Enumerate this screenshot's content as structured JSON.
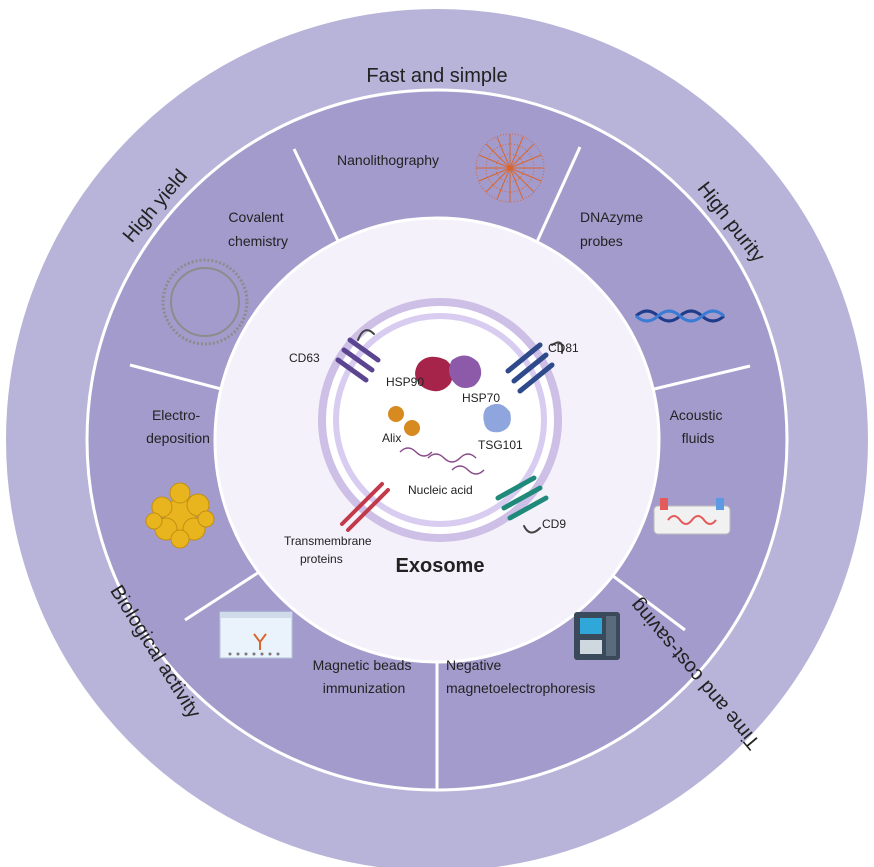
{
  "outer_ring": {
    "top": "Fast and simple",
    "upper_left": "High yield",
    "upper_right": "High purity",
    "lower_left": "Biological activity",
    "lower_right": "Time and cost-saving"
  },
  "segments": {
    "nanolithography": "Nanolithography",
    "covalent": [
      "Covalent",
      "chemistry"
    ],
    "dnazyme": [
      "DNAzyme",
      "probes"
    ],
    "electrodeposition": [
      "Electro-",
      "deposition"
    ],
    "acoustic": [
      "Acoustic",
      "fluids"
    ],
    "magnetic_beads": [
      "Magnetic beads",
      "immunization"
    ],
    "negative": [
      "Negative",
      "magnetoelectrophoresis"
    ]
  },
  "center": {
    "title": "Exosome",
    "molecules": {
      "cd63": "CD63",
      "cd81": "CD81",
      "cd9": "CD9",
      "hsp90": "HSP90",
      "hsp70": "HSP70",
      "alix": "Alix",
      "tsg101": "TSG101",
      "nucleic": "Nucleic acid",
      "transmembrane": [
        "Transmembrane",
        "proteins"
      ]
    }
  },
  "colors": {
    "outer_ring": "#b8b3d8",
    "segment_ring": "#a39bcb",
    "inner_disc": "#f4f1fa",
    "divider": "#ffffff"
  }
}
